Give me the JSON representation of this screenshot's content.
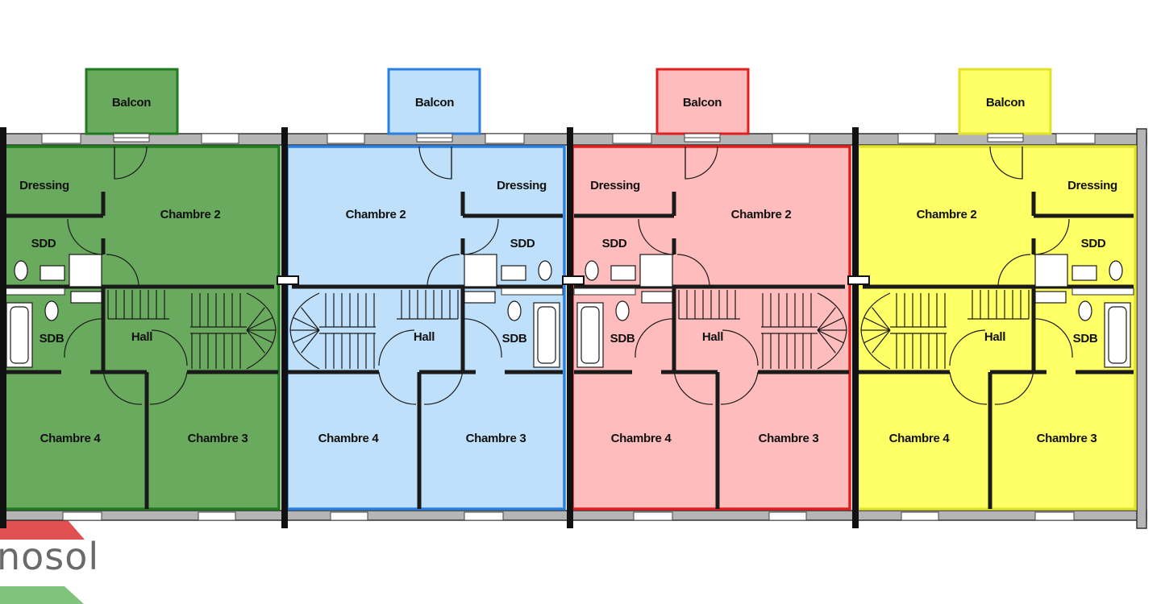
{
  "brand": {
    "logo_text": "nosol"
  },
  "units": [
    {
      "id": "green",
      "mirror": false,
      "fill": "#6aaa5e",
      "border": "#207a20",
      "labels": {
        "balcon": "Balcon",
        "dressing": "Dressing",
        "chambre2": "Chambre 2",
        "sdd": "SDD",
        "sdb": "SDB",
        "hall": "Hall",
        "chambre4": "Chambre 4",
        "chambre3": "Chambre 3"
      }
    },
    {
      "id": "blue",
      "mirror": true,
      "fill": "#bfe0fa",
      "border": "#2a7fe0",
      "labels": {
        "balcon": "Balcon",
        "dressing": "Dressing",
        "chambre2": "Chambre 2",
        "sdd": "SDD",
        "sdb": "SDB",
        "hall": "Hall",
        "chambre4": "Chambre 3",
        "chambre3": "Chambre 4"
      }
    },
    {
      "id": "red",
      "mirror": false,
      "fill": "#ffbcbc",
      "border": "#e02020",
      "labels": {
        "balcon": "Balcon",
        "dressing": "Dressing",
        "chambre2": "Chambre 2",
        "sdd": "SDD",
        "sdb": "SDB",
        "hall": "Hall",
        "chambre4": "Chambre 4",
        "chambre3": "Chambre 3"
      }
    },
    {
      "id": "yellow",
      "mirror": true,
      "fill": "#ffff66",
      "border": "#e2e22a",
      "labels": {
        "balcon": "Balcon",
        "dressing": "Dressing",
        "chambre2": "Chambre 2",
        "sdd": "SDD",
        "sdb": "SDB",
        "hall": "Hall",
        "chambre4": "Chambre 3",
        "chambre3": "Chambre 4"
      }
    }
  ]
}
